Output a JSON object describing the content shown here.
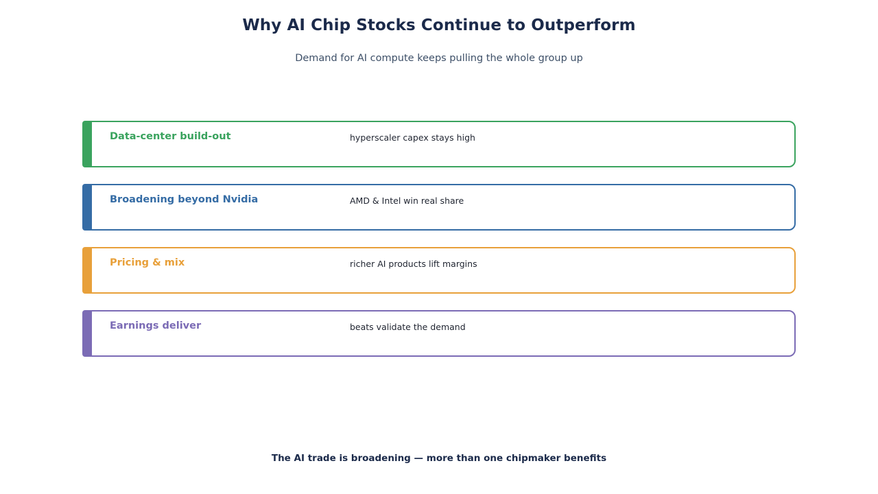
{
  "header": {
    "title": "Why AI Chip Stocks Continue to Outperform",
    "subtitle": "Demand for AI compute keeps pulling the whole group up"
  },
  "items": [
    {
      "label": "Data-center build-out",
      "desc": "hyperscaler capex stays high",
      "color": "#3aa35e"
    },
    {
      "label": "Broadening beyond Nvidia",
      "desc": "AMD & Intel win real share",
      "color": "#356ca5"
    },
    {
      "label": "Pricing & mix",
      "desc": "richer AI products lift margins",
      "color": "#e8a03a"
    },
    {
      "label": "Earnings deliver",
      "desc": "beats validate the demand",
      "color": "#7b6bb5"
    }
  ],
  "footer": {
    "text": "The AI trade is broadening — more than one chipmaker benefits"
  }
}
